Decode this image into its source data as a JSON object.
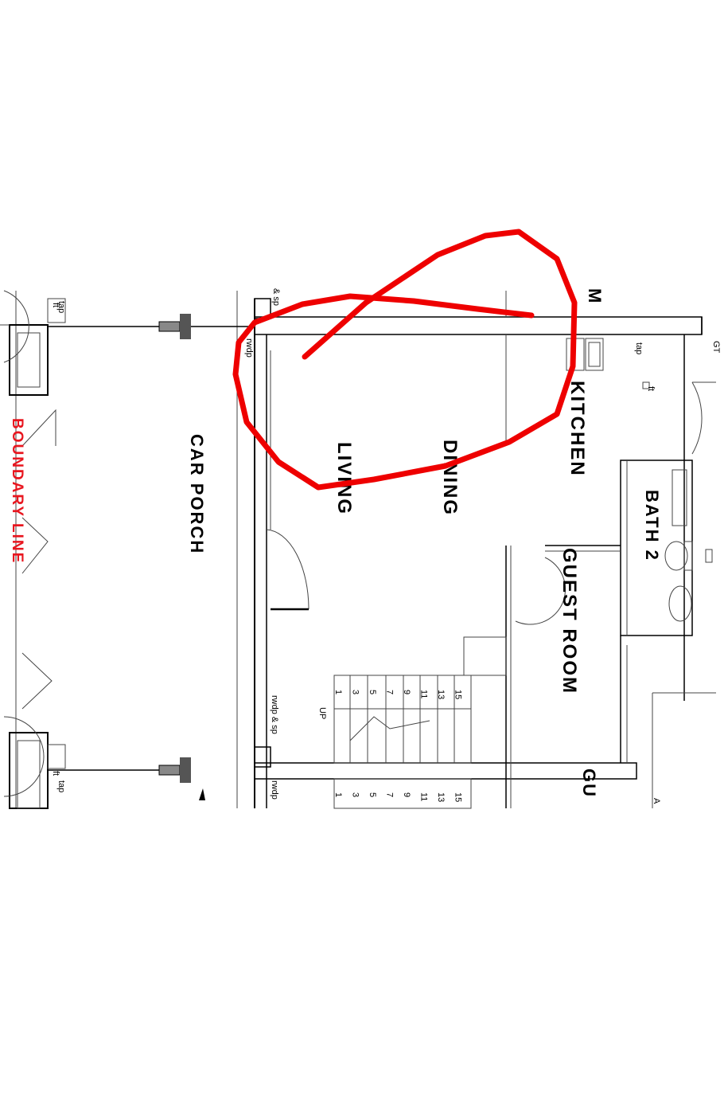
{
  "rooms": {
    "boundary": "BOUNDARY LINE",
    "car_porch": "CAR PORCH",
    "living": "LIVING",
    "dining": "DINING",
    "kitchen": "KITCHEN",
    "guest_room": "GUEST ROOM",
    "bath2": "BATH 2",
    "m": "M",
    "gu": "GU"
  },
  "labels": {
    "tap_top": "tap",
    "ft_top": "ft",
    "tap_bottom": "tap",
    "ft_bottom": "ft",
    "sp_top": "& sp",
    "rwdp_top": "rwdp",
    "rwdp_sp": "rwdp & sp",
    "rwdp_bottom": "rwdp",
    "up": "UP",
    "gt": "GT",
    "kitchen_tap": "tap",
    "kitchen_ft": "ft",
    "a": "A"
  },
  "stair_numbers": [
    "1",
    "3",
    "5",
    "7",
    "9",
    "11",
    "13",
    "15"
  ],
  "colors": {
    "boundary": "#e8161f",
    "annotation": "#ee0000",
    "ink": "#000000",
    "fill_grey": "#777777"
  }
}
